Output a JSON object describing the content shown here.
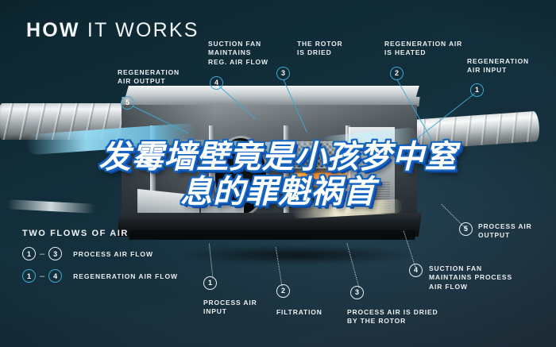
{
  "header": {
    "title_bold": "HOW",
    "title_light": " IT WORKS"
  },
  "overlay": {
    "line1": "发霉墙壁竟是小孩梦中窒",
    "line2": "息的罪魁祸首",
    "text_color": "#ffffff",
    "outline_color": "#1565c0"
  },
  "theme": {
    "background_dark": "#0d2731",
    "background_light": "#22323f",
    "accent_cyan": "#3fa9d4",
    "label_text": "#e9eef1",
    "heater_orange": "#ff8a2b",
    "airflow_cyan": "#96dcf5",
    "airflow_cream": "#faf6de"
  },
  "callouts": [
    {
      "id": "regeneration-air-output",
      "number": "5",
      "marker_style": "cyan",
      "label": "REGENERATION\nAIR OUTPUT"
    },
    {
      "id": "suction-fan-reg",
      "number": "4",
      "marker_style": "cyan",
      "label": "SUCTION FAN\nMAINTAINS\nREG. AIR FLOW"
    },
    {
      "id": "the-rotor-is-dried",
      "number": "3",
      "marker_style": "cyan",
      "label": "THE ROTOR\nIS DRIED"
    },
    {
      "id": "regeneration-air-is-heated",
      "number": "2",
      "marker_style": "cyan",
      "label": "REGENERATION AIR\nIS HEATED"
    },
    {
      "id": "regeneration-air-input",
      "number": "1",
      "marker_style": "cyan",
      "label": "REGENERATION\nAIR INPUT"
    },
    {
      "id": "process-air-output",
      "number": "5",
      "marker_style": "white",
      "label": "PROCESS AIR\nOUTPUT"
    },
    {
      "id": "process-air-input",
      "number": "1",
      "marker_style": "white",
      "label": "PROCESS AIR\nINPUT"
    },
    {
      "id": "filtration",
      "number": "2",
      "marker_style": "white",
      "label": "FILTRATION"
    },
    {
      "id": "process-air-is-dried",
      "number": "3",
      "marker_style": "white",
      "label": "PROCESS AIR IS DRIED\nBY THE ROTOR"
    },
    {
      "id": "suction-fan-process",
      "number": "4",
      "marker_style": "white",
      "label": "SUCTION FAN\nMAINTAINS PROCESS\nAIR FLOW"
    }
  ],
  "legend": {
    "title": "TWO FLOWS OF AIR",
    "rows": [
      {
        "from": "1",
        "dash": "–",
        "to": "3",
        "style": "white",
        "label": "PROCESS AIR FLOW"
      },
      {
        "from": "1",
        "dash": "–",
        "to": "4",
        "style": "cyan",
        "label": "REGENERATION AIR FLOW"
      }
    ]
  }
}
